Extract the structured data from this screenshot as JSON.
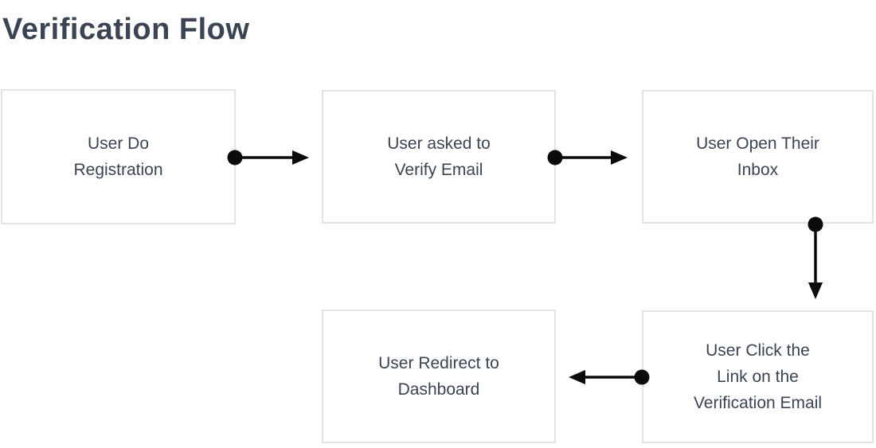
{
  "title": "Verification Flow",
  "colors": {
    "background": "#ffffff",
    "title_text": "#3b4452",
    "node_text": "#3b4452",
    "node_background": "#ffffff",
    "node_border": "#e3e3e3",
    "connector": "#0b0b0b"
  },
  "diagram": {
    "nodes": [
      {
        "id": "user-do-registration",
        "label": "User Do\nRegistration"
      },
      {
        "id": "user-asked-to-verify-email",
        "label": "User asked to\nVerify Email"
      },
      {
        "id": "user-open-their-inbox",
        "label": "User Open Their\nInbox"
      },
      {
        "id": "user-click-link-verification-email",
        "label": "User Click the\nLink on the\nVerification Email"
      },
      {
        "id": "user-redirect-to-dashboard",
        "label": "User Redirect to\nDashboard"
      }
    ],
    "edges": [
      {
        "from": "user-do-registration",
        "to": "user-asked-to-verify-email",
        "direction": "right",
        "style": "circle-start-arrow-end"
      },
      {
        "from": "user-asked-to-verify-email",
        "to": "user-open-their-inbox",
        "direction": "right",
        "style": "circle-start-arrow-end"
      },
      {
        "from": "user-open-their-inbox",
        "to": "user-click-link-verification-email",
        "direction": "down",
        "style": "circle-start-arrow-end"
      },
      {
        "from": "user-click-link-verification-email",
        "to": "user-redirect-to-dashboard",
        "direction": "left",
        "style": "circle-start-arrow-end"
      }
    ]
  }
}
